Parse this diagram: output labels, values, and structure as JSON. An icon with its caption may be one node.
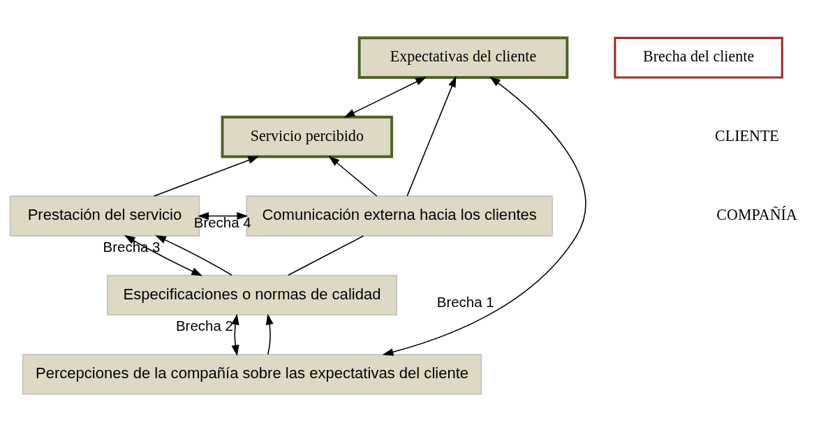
{
  "diagram": {
    "nodes": [
      {
        "text": [
          "Expectativas del cliente"
        ]
      },
      {
        "text": [
          "Brecha del cliente"
        ]
      },
      {
        "text": [
          "Servicio percibido"
        ]
      },
      {
        "text": [
          "Prestación del servicio"
        ]
      },
      {
        "text": [
          "Comunicación externa hacia los clientes"
        ]
      },
      {
        "text": [
          "Especificaciones o normas de calidad"
        ]
      },
      {
        "text": [
          "Percepciones de la compañía sobre las expectativas del cliente"
        ]
      }
    ],
    "edges": [
      {
        "from": 0,
        "to": 2,
        "arrow": "both"
      },
      {
        "from": 6,
        "to": 0,
        "arrow": "both",
        "label": "Brecha 1"
      },
      {
        "from": 3,
        "to": 2,
        "arrow": "to"
      },
      {
        "from": 3,
        "to": 4,
        "arrow": "both",
        "label": "Brecha 4"
      },
      {
        "from": 4,
        "to": 0,
        "arrow": "to"
      },
      {
        "from": 4,
        "to": 2,
        "arrow": "to"
      },
      {
        "from": 5,
        "to": 4,
        "arrow": "none"
      },
      {
        "from": 5,
        "to": 3,
        "arrow": "both",
        "label": "Brecha 3"
      },
      {
        "from": 5,
        "to": 3,
        "arrow": "to"
      },
      {
        "from": 6,
        "to": 5,
        "arrow": "both",
        "label": "Brecha 2"
      },
      {
        "from": 6,
        "to": 5,
        "arrow": "to"
      }
    ],
    "labels": [
      "CLIENTE",
      "COMPAÑÍA"
    ]
  }
}
